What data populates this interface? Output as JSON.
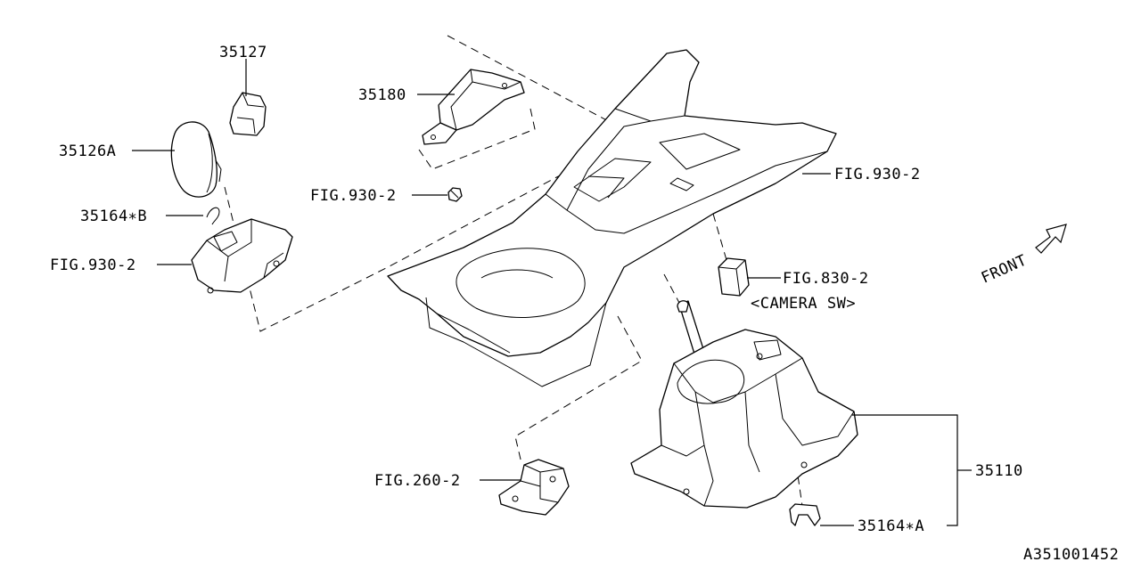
{
  "callouts": {
    "p35127": "35127",
    "p35180": "35180",
    "p35126a": "35126A",
    "fig930_screw": "FIG.930-2",
    "fig930_console": "FIG.930-2",
    "p35164b": "35164∗B",
    "fig930_boot": "FIG.930-2",
    "fig830": "FIG.830-2",
    "camera_sw": "<CAMERA SW>",
    "fig260": "FIG.260-2",
    "p35110": "35110",
    "p35164a": "35164∗A"
  },
  "front_label": "FRONT",
  "diagram_code": "A351001452"
}
